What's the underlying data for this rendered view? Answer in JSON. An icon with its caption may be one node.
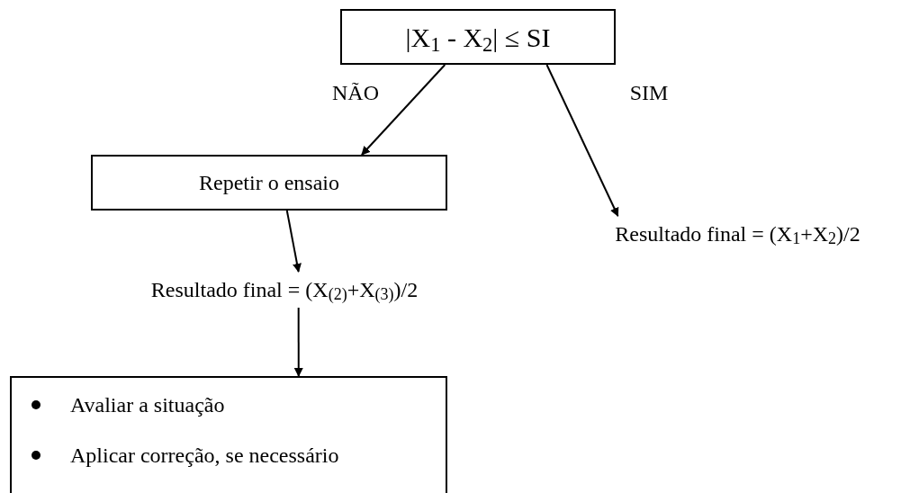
{
  "diagram": {
    "nodes": [
      {
        "text": [
          "|X$_{1}$ - X$_{2}$| ≤ SI"
        ]
      },
      {
        "text": [
          "Repetir o ensaio"
        ]
      },
      {
        "text": [
          "Resultado final = (X$_{1}$+X$_{2}$)/2"
        ]
      },
      {
        "text": [
          "Resultado final = (X$_{(2)}$+X$_{(3)}$)/2"
        ]
      },
      {
        "text": [
          "Avaliar a situação",
          "Aplicar correção, se necessário"
        ]
      }
    ],
    "edges": [
      {
        "from": 0,
        "to": 1,
        "arrow": "to",
        "label": "NÃO"
      },
      {
        "from": 0,
        "to": 2,
        "arrow": "to",
        "label": "SIM"
      },
      {
        "from": 1,
        "to": 3,
        "arrow": "to"
      },
      {
        "from": 3,
        "to": 4,
        "arrow": "to"
      }
    ]
  }
}
